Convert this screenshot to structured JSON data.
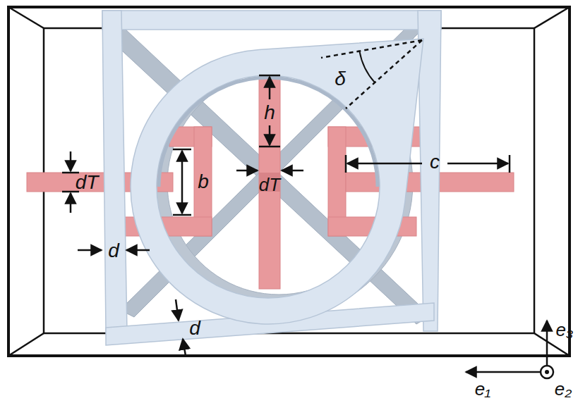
{
  "diagram": {
    "labels": [
      "dT",
      "b",
      "h",
      "dT",
      "c",
      "d",
      "d",
      "δ",
      "e₃",
      "e₁",
      "e₂"
    ]
  }
}
